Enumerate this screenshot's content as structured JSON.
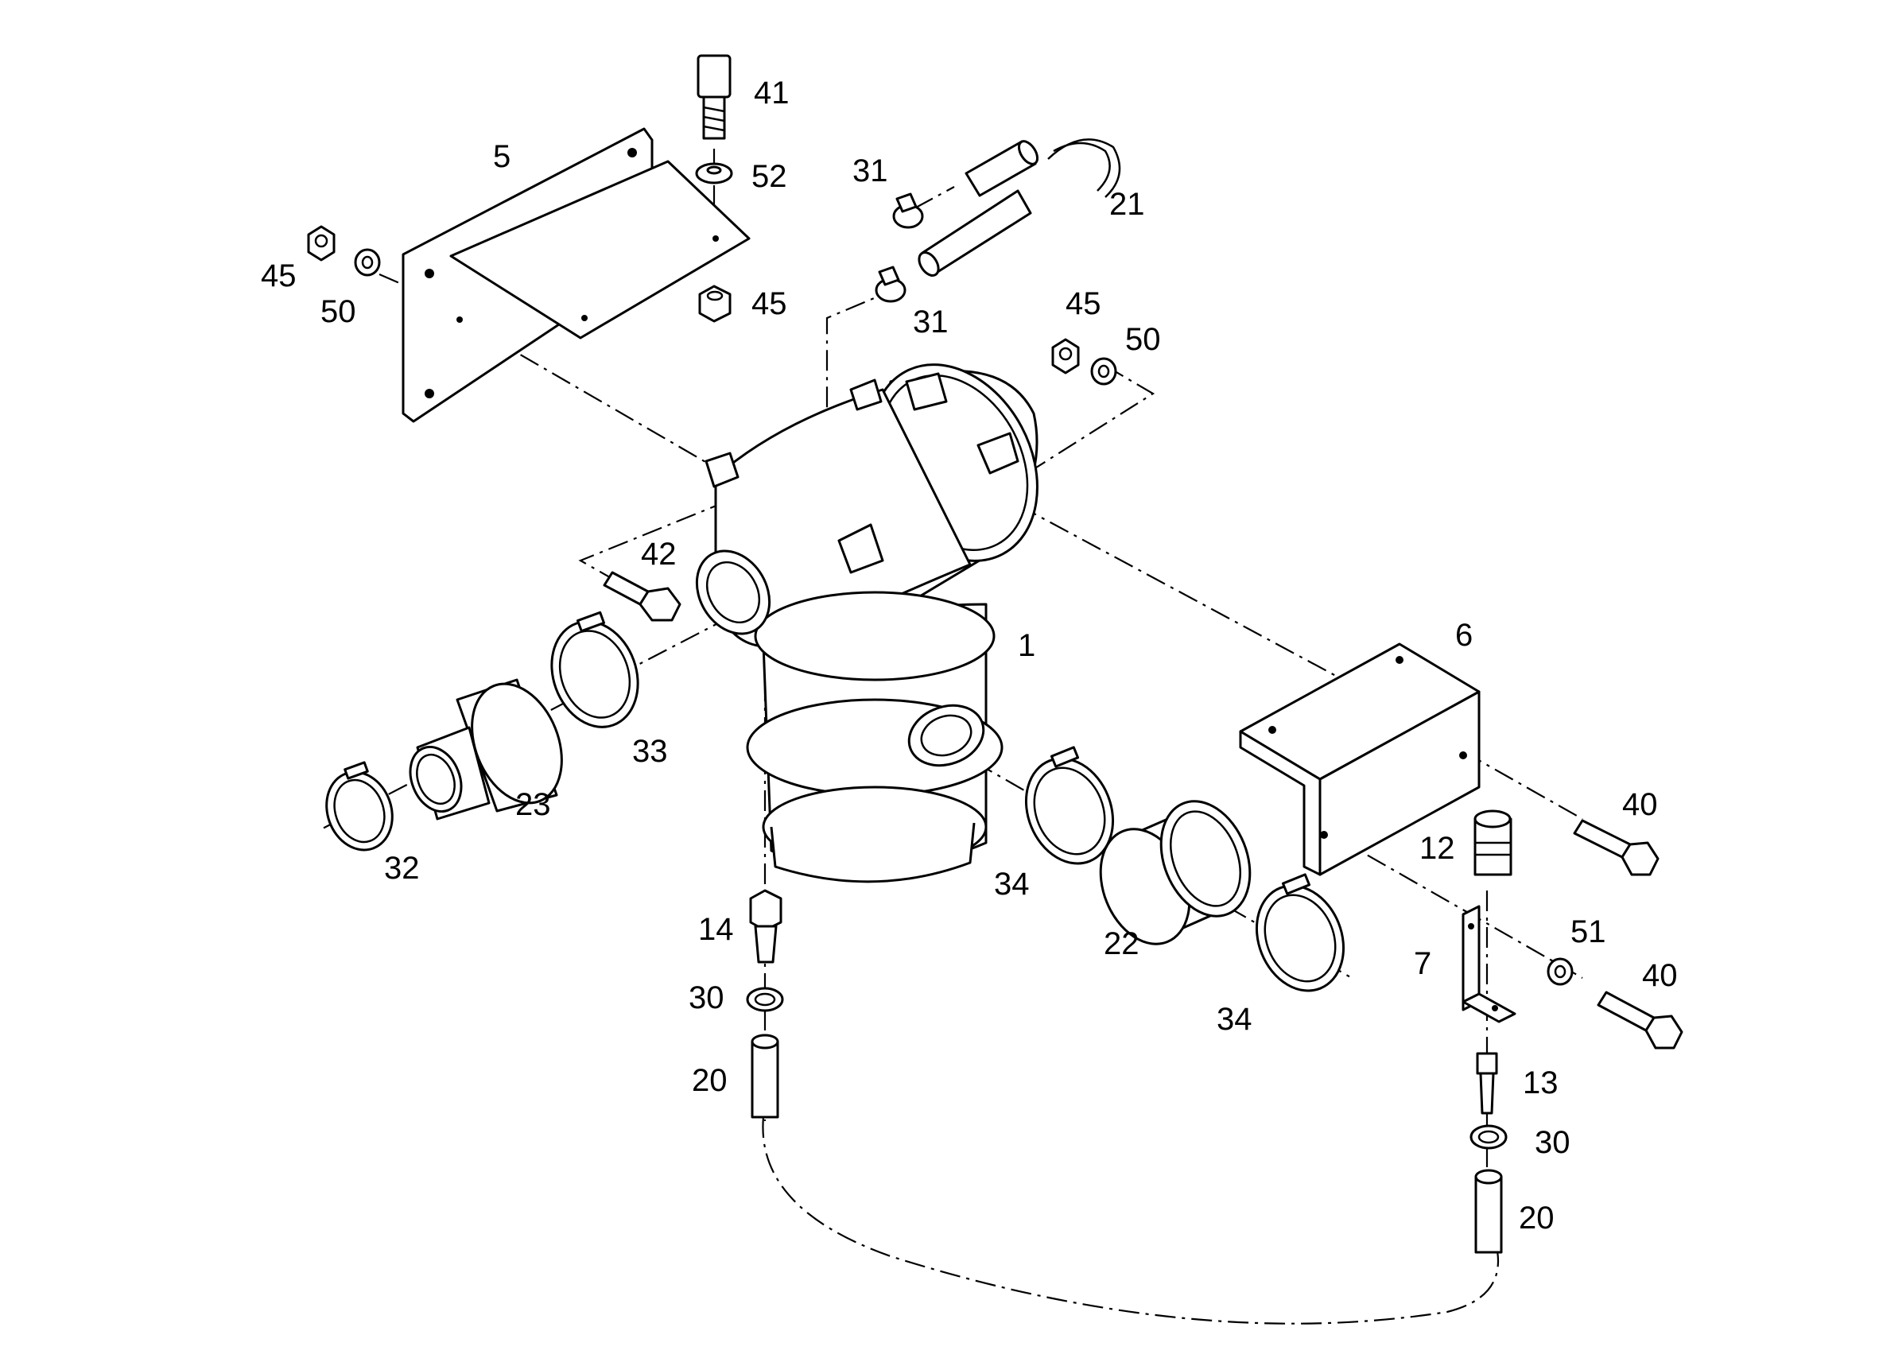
{
  "callouts": [
    {
      "id": "c41",
      "text": "41"
    },
    {
      "id": "c5",
      "text": "5"
    },
    {
      "id": "c52",
      "text": "52"
    },
    {
      "id": "c31a",
      "text": "31"
    },
    {
      "id": "c21",
      "text": "21"
    },
    {
      "id": "c45a",
      "text": "45"
    },
    {
      "id": "c50a",
      "text": "50"
    },
    {
      "id": "c45b",
      "text": "45"
    },
    {
      "id": "c31b",
      "text": "31"
    },
    {
      "id": "c45c",
      "text": "45"
    },
    {
      "id": "c50b",
      "text": "50"
    },
    {
      "id": "c42",
      "text": "42"
    },
    {
      "id": "c1",
      "text": "1"
    },
    {
      "id": "c6",
      "text": "6"
    },
    {
      "id": "c33",
      "text": "33"
    },
    {
      "id": "c23",
      "text": "23"
    },
    {
      "id": "c32",
      "text": "32"
    },
    {
      "id": "c40a",
      "text": "40"
    },
    {
      "id": "c12",
      "text": "12"
    },
    {
      "id": "c34a",
      "text": "34"
    },
    {
      "id": "c22",
      "text": "22"
    },
    {
      "id": "c51",
      "text": "51"
    },
    {
      "id": "c40b",
      "text": "40"
    },
    {
      "id": "c7",
      "text": "7"
    },
    {
      "id": "c14",
      "text": "14"
    },
    {
      "id": "c30a",
      "text": "30"
    },
    {
      "id": "c34b",
      "text": "34"
    },
    {
      "id": "c20a",
      "text": "20"
    },
    {
      "id": "c13",
      "text": "13"
    },
    {
      "id": "c30b",
      "text": "30"
    },
    {
      "id": "c20b",
      "text": "20"
    }
  ]
}
